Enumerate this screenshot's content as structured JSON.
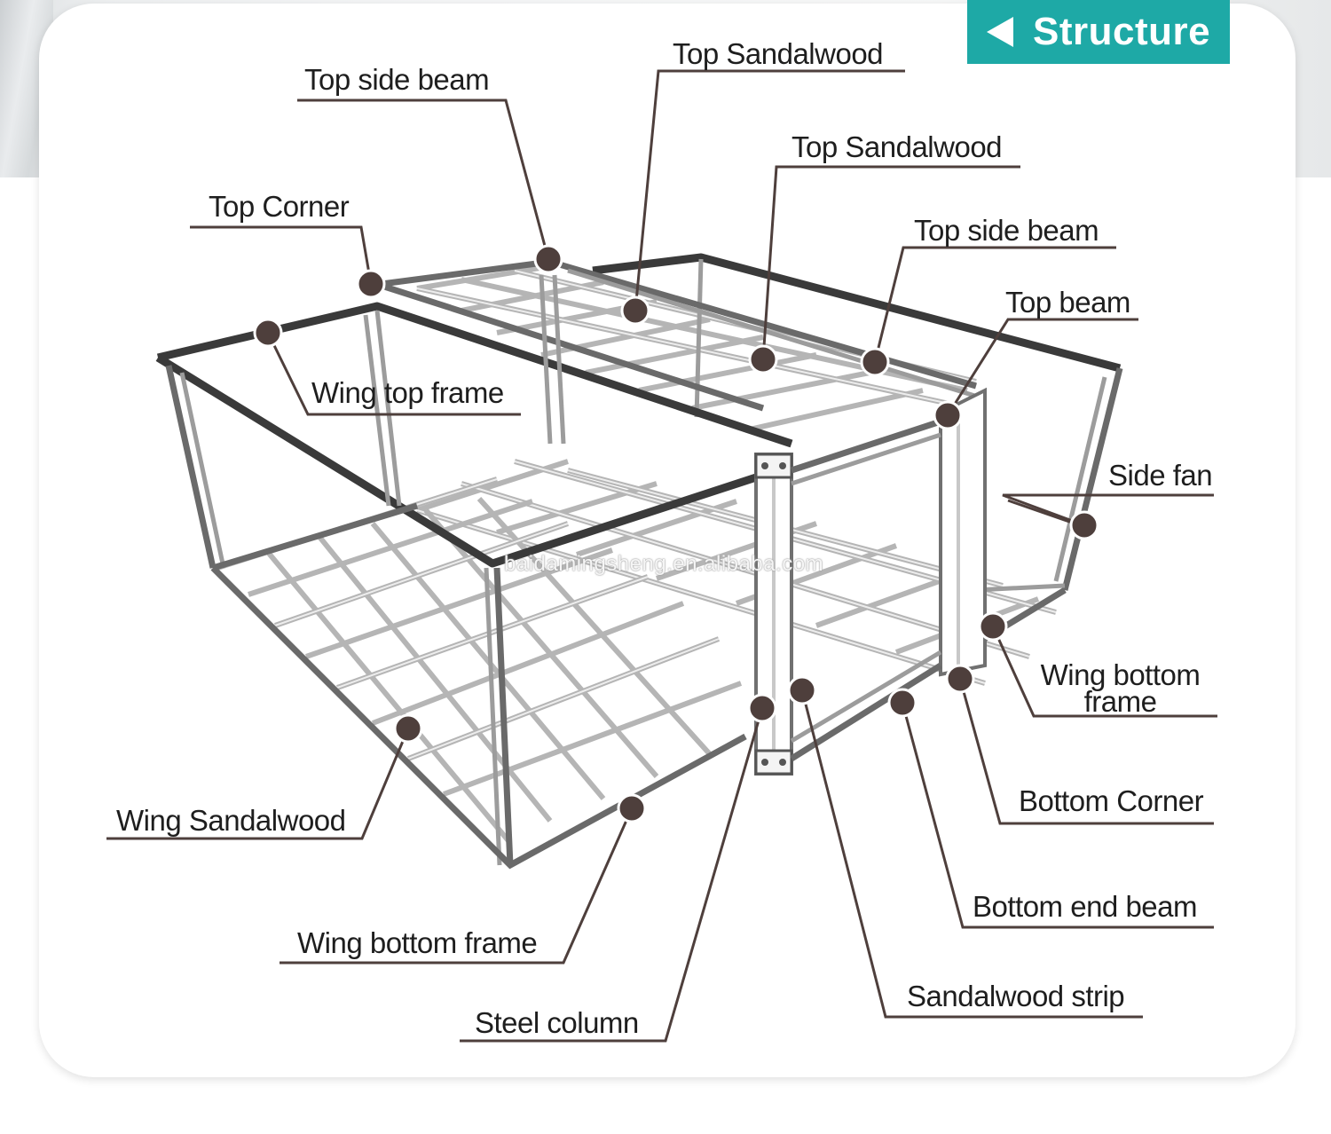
{
  "badge": {
    "text": "Structure"
  },
  "labels": {
    "top_side_beam_left": "Top side beam",
    "top_sandalwood_1": "Top Sandalwood",
    "top_sandalwood_2": "Top Sandalwood",
    "top_corner": "Top Corner",
    "top_side_beam_right": "Top side beam",
    "top_beam": "Top beam",
    "wing_top_frame": "Wing top frame",
    "side_fan": "Side fan",
    "wing_bottom_frame_right_line1": "Wing bottom",
    "wing_bottom_frame_right_line2": "frame",
    "bottom_corner": "Bottom Corner",
    "bottom_end_beam": "Bottom end beam",
    "sandalwood_strip": "Sandalwood strip",
    "steel_column": "Steel column",
    "wing_bottom_frame_left": "Wing bottom frame",
    "wing_sandalwood": "Wing Sandalwood"
  },
  "watermark": "baidamingsheng.en.alibaba.com",
  "colors": {
    "badge_bg": "#1ea9a6",
    "leader": "#4e3f3c",
    "frame": "#3a3a3a",
    "text": "#1e1e1e"
  },
  "icons": {
    "badge_arrow": "left-triangle-icon"
  }
}
